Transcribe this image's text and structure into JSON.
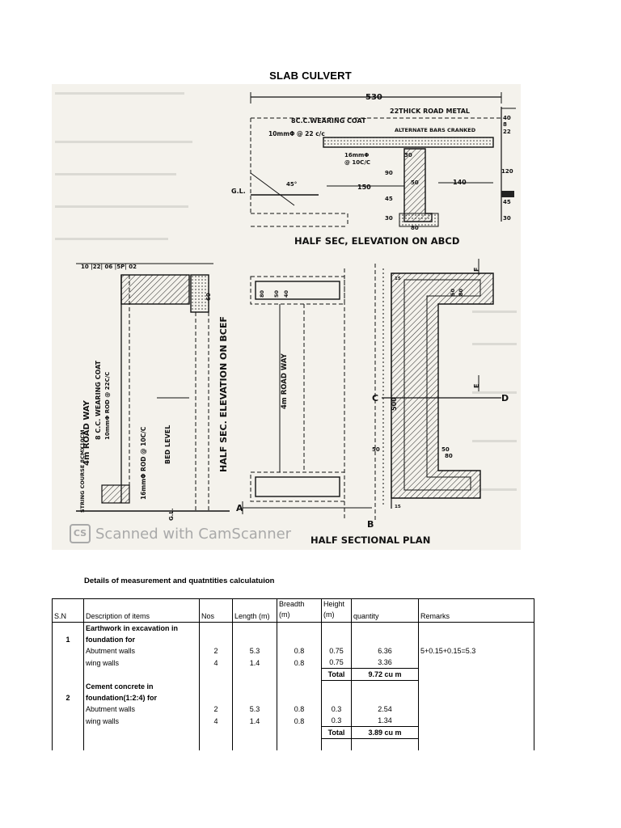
{
  "title": "SLAB CULVERT",
  "drawing": {
    "labels": {
      "span": "530",
      "road_metal": "22THICK ROAD METAL",
      "wearing_coat": "8C.C.WEARING COAT",
      "rod_top": "10mmΦ @ 22 c/c",
      "alt_bars": "ALTERNATE BARS CRANKED",
      "rod_bottom_1": "16mmΦ",
      "rod_bottom_2": "@ 10C/C",
      "gl_left": "G.L.",
      "angle": "45°",
      "dim_150": "150",
      "dim_140": "140",
      "dim_30a": "30",
      "dim_90": "90",
      "dim_50": "50",
      "dim_45": "45",
      "dim_30b": "30",
      "dim_80": "80",
      "dim_40": "40",
      "dim_8": "8",
      "dim_22": "22",
      "dim_120": "120",
      "dim_45r": "45",
      "dim_30r": "30",
      "elev_title": "HALF SEC, ELEVATION ON ABCD",
      "side_dims": "10 |22| 06 |5P| 02",
      "road_way": "4m ROAD WAY",
      "string_course": "STRING COURSE 8CMX10CM",
      "side_coat": "8 C.C. WEARING COAT",
      "side_rod10": "10mmΦ ROD @ 22C/C",
      "side_rod16": "16mmΦ ROD @ 10C/C",
      "bed_level": "BED LEVEL",
      "side_title": "HALF SEC. ELEVATION ON BCEF",
      "gl_side": "G.L.",
      "plan_road_way": "4m ROAD WAY",
      "plan_dim_80": "80",
      "plan_dim_50": "50",
      "plan_dim_40": "40",
      "plan_dim_500": "500",
      "plan_dim_50l": "50",
      "plan_dim_50r": "50",
      "plan_dim_80r": "80",
      "plan_dim_15a": "15",
      "plan_dim_15b": "15",
      "plan_dim_50t": "50",
      "plan_dim_80t": "80",
      "label_a": "A",
      "label_b": "B",
      "label_c": "C",
      "label_d": "D",
      "label_e": "E",
      "label_f": "F",
      "plan_title": "HALF SECTIONAL PLAN"
    }
  },
  "scan_mark": {
    "logo": "CS",
    "text": "Scanned with CamScanner"
  },
  "details_heading": "Details of measurement and quatntities calculatuion",
  "table": {
    "headers": {
      "sn": "S.N",
      "description": "Description of items",
      "nos": "Nos",
      "length": "Length (m)",
      "breadth_1": "Breadth",
      "breadth_2": "(m)",
      "height_1": "Height",
      "height_2": "(m)",
      "quantity": "quantity",
      "remarks": "Remarks"
    },
    "item1": {
      "sn": "1",
      "title_1": "Earthwork in excavation in",
      "title_2": "foundation for",
      "rows": [
        {
          "desc": "Abutment walls",
          "nos": "2",
          "length": "5.3",
          "breadth": "0.8",
          "height": "0.75",
          "quantity": "6.36",
          "remarks": "5+0.15+0.15=5.3"
        },
        {
          "desc": "wing walls",
          "nos": "4",
          "length": "1.4",
          "breadth": "0.8",
          "height": "0.75",
          "quantity": "3.36",
          "remarks": ""
        }
      ],
      "total_label": "Total",
      "total_value": "9.72 cu m"
    },
    "item2": {
      "sn": "2",
      "title_1": "Cement concrete in",
      "title_2": "foundation(1:2:4) for",
      "rows": [
        {
          "desc": "Abutment walls",
          "nos": "2",
          "length": "5.3",
          "breadth": "0.8",
          "height": "0.3",
          "quantity": "2.54",
          "remarks": ""
        },
        {
          "desc": "wing walls",
          "nos": "4",
          "length": "1.4",
          "breadth": "0.8",
          "height": "0.3",
          "quantity": "1.34",
          "remarks": ""
        }
      ],
      "total_label": "Total",
      "total_value": "3.89 cu m"
    }
  }
}
